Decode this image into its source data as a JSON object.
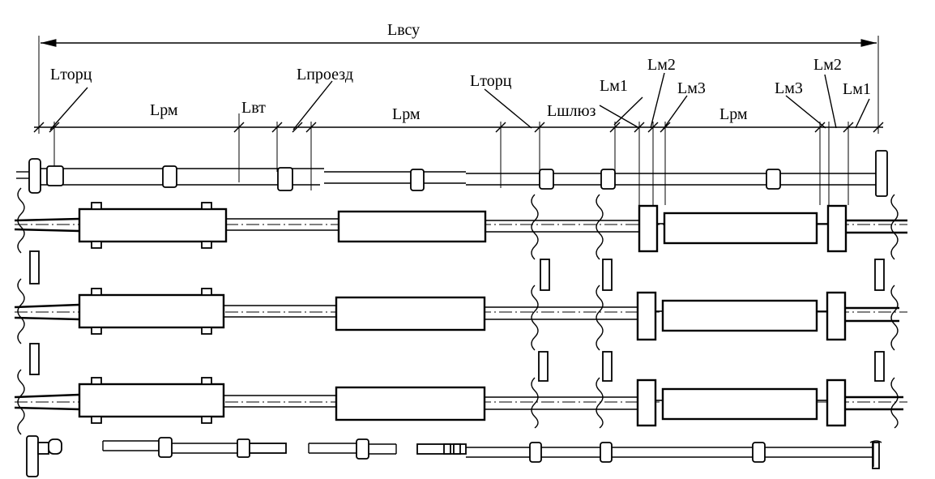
{
  "labels": {
    "l_vsu": "Lвсу",
    "l_torts_left": "Lторц",
    "l_rm_1": "Lрм",
    "l_vt": "Lвт",
    "l_proezd": "Lпроезд",
    "l_rm_2": "Lрм",
    "l_torts_mid": "Lторц",
    "l_shlyuz": "Lшлюз",
    "l_m1_left": "Lм1",
    "l_m2_left": "Lм2",
    "l_m3_left": "Lм3",
    "l_rm_3": "Lрм",
    "l_m3_right": "Lм3",
    "l_m2_right": "Lм2",
    "l_m1_right": "Lм1"
  }
}
